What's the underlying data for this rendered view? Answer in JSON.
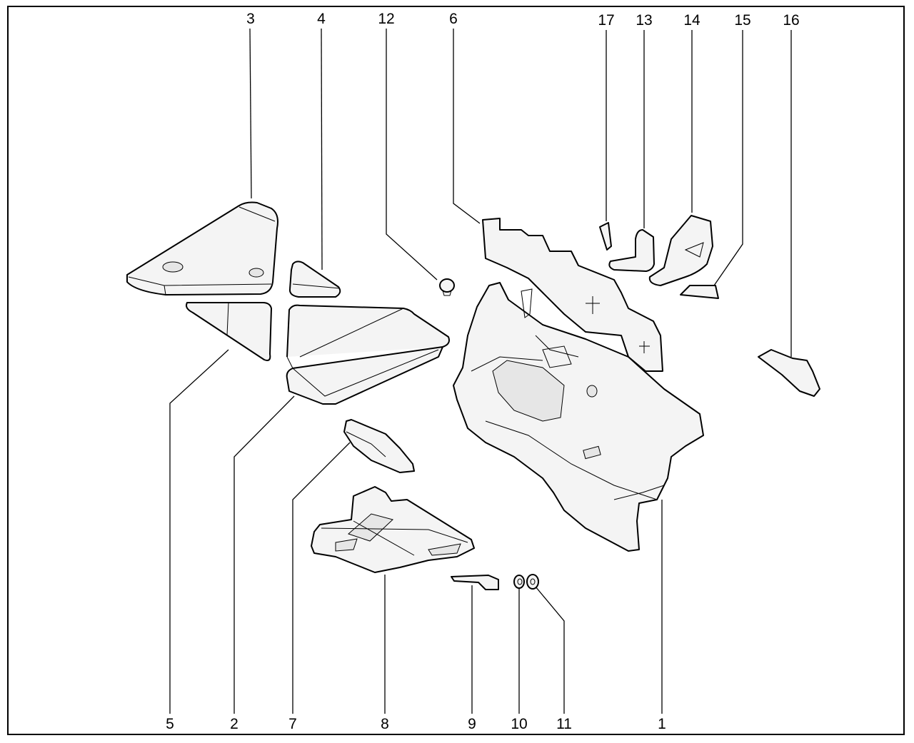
{
  "diagram": {
    "callouts": {
      "p1": "1",
      "p2": "2",
      "p3": "3",
      "p4": "4",
      "p5": "5",
      "p6": "6",
      "p7": "7",
      "p8": "8",
      "p9": "9",
      "p10": "10",
      "p11": "11",
      "p12": "12",
      "p13": "13",
      "p14": "14",
      "p15": "15",
      "p16": "16",
      "p17": "17"
    }
  }
}
